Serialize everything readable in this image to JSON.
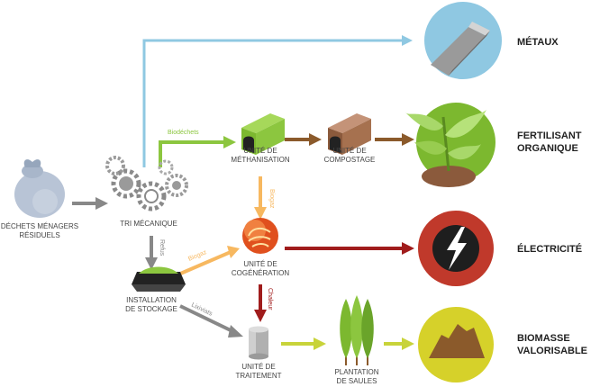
{
  "nodes": {
    "dechets": [
      "DÉCHETS MÉNAGERS",
      "RÉSIDUELS"
    ],
    "tri": "TRI MÉCANIQUE",
    "methanisation": [
      "UNITÉ DE",
      "MÉTHANISATION"
    ],
    "compostage": [
      "UNITÉ DE",
      "COMPOSTAGE"
    ],
    "cogeneration": [
      "UNITÉ DE",
      "COGÉNÉRATION"
    ],
    "stockage": [
      "INSTALLATION",
      "DE STOCKAGE"
    ],
    "traitement": [
      "UNITÉ DE",
      "TRAITEMENT"
    ],
    "plantation": [
      "PLANTATION",
      "DE SAULES"
    ]
  },
  "outputs": {
    "metaux": "MÉTAUX",
    "fertilisant": [
      "FERTILISANT",
      "ORGANIQUE"
    ],
    "electricite": "ÉLECTRICITÉ",
    "biomasse": [
      "BIOMASSE",
      "VALORISABLE"
    ]
  },
  "flows": {
    "biodechets": "Biodéchets",
    "biogaz_vertical": "Biogaz",
    "biogaz_diagonal": "Biogaz",
    "refus": "Refus",
    "chaleur": "Chaleur",
    "lixiviats": "Lixiviats"
  },
  "colors": {
    "blue": "#8fc8e2",
    "green": "#8cc63f",
    "brown": "#8b5a2b",
    "orange": "#f7b860",
    "red": "#a01c1c",
    "gray": "#888888",
    "yellow": "#c8d33a"
  }
}
